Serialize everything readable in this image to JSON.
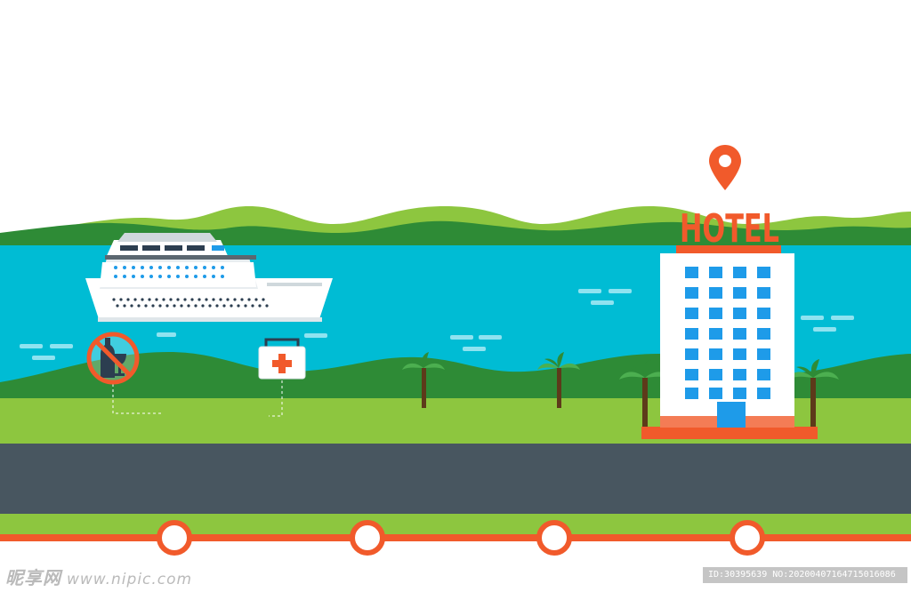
{
  "hotel": {
    "sign": "HOTEL"
  },
  "watermark": {
    "left_logo": "昵享网",
    "left_url": "www.nipic.com",
    "right_id": "ID:30395639 NO:20200407164715016086"
  },
  "colors": {
    "sky": "#ffffff",
    "hill_light": "#8dc63f",
    "hill_dark": "#2e8b36",
    "water": "#00bcd4",
    "grass": "#8dc63f",
    "road": "#485660",
    "accent": "#f15a2b",
    "window_blue": "#1e9be9"
  },
  "timeline": {
    "stops": 4
  }
}
